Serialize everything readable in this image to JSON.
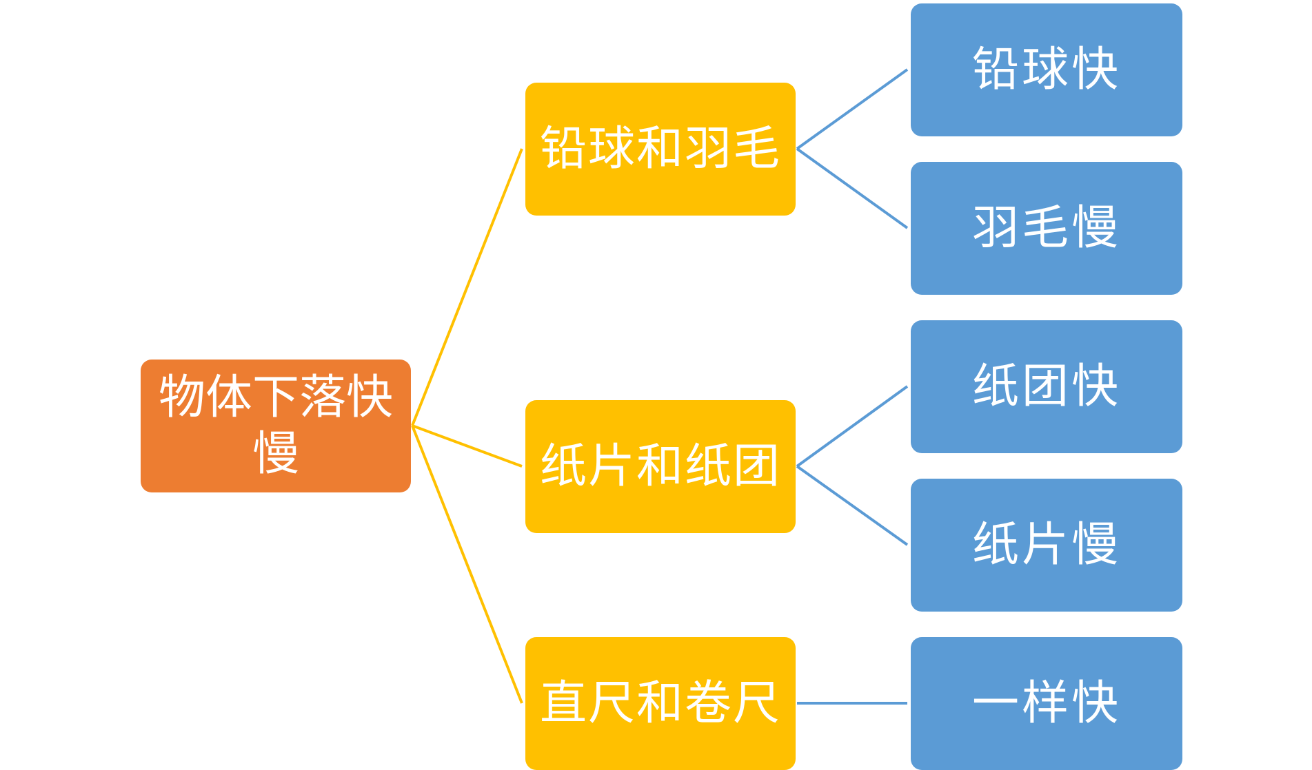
{
  "diagram": {
    "root": {
      "label": "物体下落快慢"
    },
    "branches": [
      {
        "label": "铅球和羽毛",
        "results": [
          "铅球快",
          "羽毛慢"
        ]
      },
      {
        "label": "纸片和纸团",
        "results": [
          "纸团快",
          "纸片慢"
        ]
      },
      {
        "label": "直尺和卷尺",
        "results": [
          "一样快"
        ]
      }
    ],
    "colors": {
      "root": "#ED7D31",
      "branch": "#FFC000",
      "leaf": "#5B9BD5",
      "root_connector": "#FFC000",
      "leaf_connector": "#5B9BD5",
      "text": "#FFFFFF"
    }
  }
}
